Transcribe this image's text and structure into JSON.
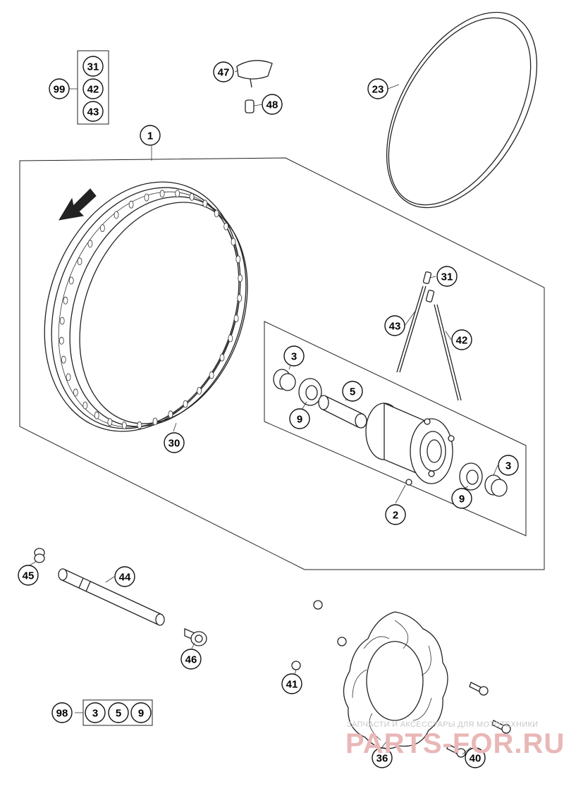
{
  "callouts": [
    {
      "id": "c99",
      "label": "99"
    },
    {
      "id": "c31a",
      "label": "31"
    },
    {
      "id": "c42a",
      "label": "42"
    },
    {
      "id": "c43a",
      "label": "43"
    },
    {
      "id": "c47",
      "label": "47"
    },
    {
      "id": "c48",
      "label": "48"
    },
    {
      "id": "c23",
      "label": "23"
    },
    {
      "id": "c1",
      "label": "1"
    },
    {
      "id": "c31b",
      "label": "31"
    },
    {
      "id": "c43b",
      "label": "43"
    },
    {
      "id": "c42b",
      "label": "42"
    },
    {
      "id": "c3a",
      "label": "3"
    },
    {
      "id": "c5",
      "label": "5"
    },
    {
      "id": "c9a",
      "label": "9"
    },
    {
      "id": "c30",
      "label": "30"
    },
    {
      "id": "c3b",
      "label": "3"
    },
    {
      "id": "c9b",
      "label": "9"
    },
    {
      "id": "c2",
      "label": "2"
    },
    {
      "id": "c45",
      "label": "45"
    },
    {
      "id": "c44",
      "label": "44"
    },
    {
      "id": "c46",
      "label": "46"
    },
    {
      "id": "c41",
      "label": "41"
    },
    {
      "id": "c98",
      "label": "98"
    },
    {
      "id": "c3c",
      "label": "3"
    },
    {
      "id": "c5b",
      "label": "5"
    },
    {
      "id": "c9c",
      "label": "9"
    },
    {
      "id": "c36",
      "label": "36"
    },
    {
      "id": "c40",
      "label": "40"
    }
  ],
  "watermark": {
    "tagline": "ЗАПЧАСТИ И АКСЕССУАРЫ ДЛЯ МОТОТЕХНИКИ",
    "brand": "PARTS-FOR.RU"
  }
}
